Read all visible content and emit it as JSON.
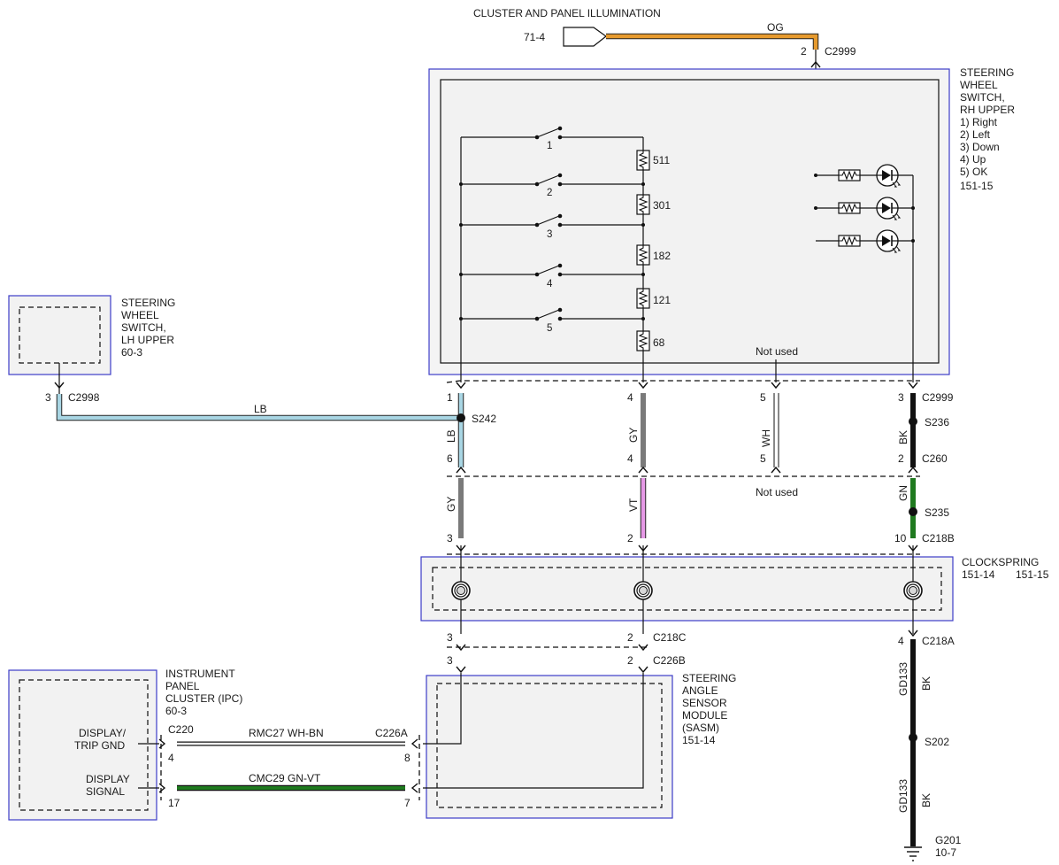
{
  "top": {
    "title": "CLUSTER AND PANEL ILLUMINATION",
    "ref": "71-4",
    "wire_color": "OG",
    "pin": "2",
    "connector": "C2999"
  },
  "rh_switch": {
    "name": [
      "STEERING",
      "WHEEL",
      "SWITCH,",
      "RH UPPER"
    ],
    "items": [
      "1) Right",
      "2) Left",
      "3) Down",
      "4) Up",
      "5) OK"
    ],
    "ref": "151-15",
    "resistors": [
      "511",
      "301",
      "182",
      "121",
      "68"
    ],
    "switch_numbers": [
      "1",
      "2",
      "3",
      "4",
      "5"
    ],
    "not_used": "Not used"
  },
  "lh_switch": {
    "name": [
      "STEERING",
      "WHEEL",
      "SWITCH,",
      "LH UPPER"
    ],
    "ref": "60-3",
    "pin": "3",
    "connector": "C2998",
    "wire_color": "LB"
  },
  "harness": {
    "pins_upper": [
      "1",
      "4",
      "5",
      "3"
    ],
    "pins_mid": [
      "6",
      "4",
      "5",
      "2"
    ],
    "pins_lower": [
      "3",
      "2",
      "10"
    ],
    "colors_upper": [
      "LB",
      "GY",
      "WH",
      "BK"
    ],
    "colors_lower": [
      "GY",
      "VT",
      "GN"
    ],
    "c2999": "C2999",
    "s242": "S242",
    "s236": "S236",
    "c260": "C260",
    "s235": "S235",
    "c218b": "C218B",
    "not_used": "Not used"
  },
  "clockspring": {
    "name": "CLOCKSPRING",
    "refs": [
      "151-14",
      "151-15"
    ]
  },
  "lower": {
    "c218c": "C218C",
    "c226b": "C226B",
    "c218a": "C218A",
    "pins_c218c": [
      "3",
      "2"
    ],
    "pins_c226b": [
      "3",
      "2"
    ],
    "pin_c218a": "4",
    "gd133": "GD133",
    "bk": "BK",
    "s202": "S202",
    "ground": "G201",
    "ground_ref": "10-7"
  },
  "ipc": {
    "name": [
      "INSTRUMENT",
      "PANEL",
      "CLUSTER (IPC)"
    ],
    "ref": "60-3",
    "row1_label": [
      "DISPLAY/",
      "TRIP GND"
    ],
    "row2_label": [
      "DISPLAY",
      "SIGNAL"
    ],
    "c220": "C220",
    "pin1": "4",
    "pin2": "17"
  },
  "circuits": {
    "rmc": "RMC27  WH-BN",
    "cmc": "CMC29  GN-VT",
    "c226a": "C226A",
    "pin8": "8",
    "pin7": "7"
  },
  "sasm": {
    "name": [
      "STEERING",
      "ANGLE",
      "SENSOR",
      "MODULE",
      "(SASM)"
    ],
    "ref": "151-14"
  },
  "colors": {
    "og": "#e69a2e",
    "lb": "#a9d6e4",
    "gy": "#7a7a7a",
    "vt": "#e699e6",
    "gn": "#1f7a1f",
    "bk": "#111111",
    "box": "#3c3cc8",
    "fill": "#f2f2f2"
  }
}
